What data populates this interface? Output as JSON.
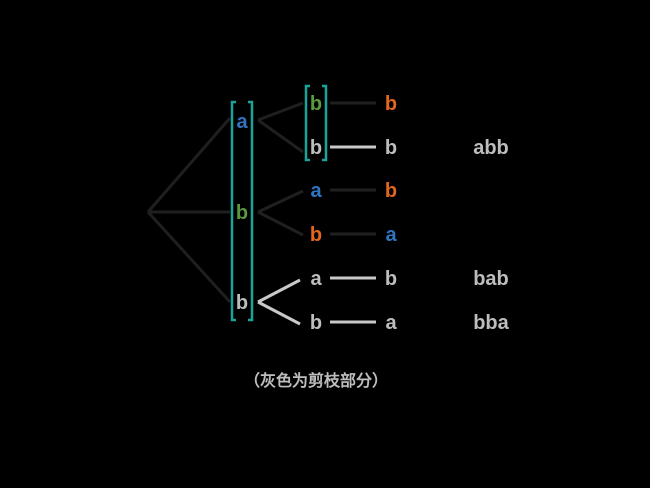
{
  "colors": {
    "background": "#000000",
    "edge_active": "#1f1f1f",
    "edge_pruned": "#c9c9c9",
    "pruned_text": "#bdbdbd",
    "teal_box": "#1aa39a",
    "blue": "#2f74c0",
    "green": "#5a9a3c",
    "orange": "#e2661d"
  },
  "tree": {
    "level1": {
      "a": "a",
      "b_mid": "b",
      "b_low": "b"
    },
    "level2": {
      "n1": "b",
      "n2": "b",
      "n3": "a",
      "n4": "b",
      "n5": "a",
      "n6": "b"
    },
    "level3": {
      "n1": "b",
      "n2": "b",
      "n3": "b",
      "n4": "a",
      "n5": "b",
      "n6": "a"
    }
  },
  "results": {
    "r1": "abb",
    "r2": "bab",
    "r3": "bba"
  },
  "caption": "（灰色为剪枝部分）"
}
